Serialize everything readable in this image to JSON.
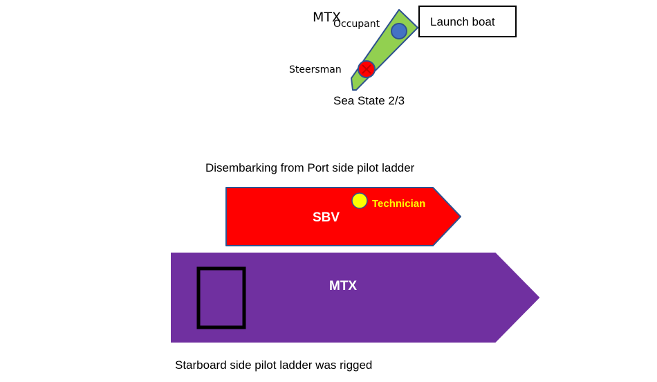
{
  "boat": {
    "mtx_label": "MTX",
    "occupant_label": "Occupant",
    "steersman_label": "Steersman",
    "sea_state": "Sea State 2/3"
  },
  "launch_boat_label": "Launch boat",
  "disembark_caption": "Disembarking from Port side pilot ladder",
  "sbv": {
    "label": "SBV",
    "technician_label": "Technician"
  },
  "mtx_vessel": {
    "label": "MTX"
  },
  "ladder_caption": "Starboard side pilot ladder was rigged",
  "colors": {
    "launch_hull": "#92d050",
    "hull_outline": "#2f528f",
    "occupant_dot": "#4472c4",
    "steersman_dot": "#ff0000",
    "sbv_hull": "#ff0000",
    "technician_dot": "#ffff00",
    "technician_text": "#ffff00",
    "mtx_hull": "#7030a0",
    "text": "#000000",
    "label_on_hull": "#ffffff"
  }
}
